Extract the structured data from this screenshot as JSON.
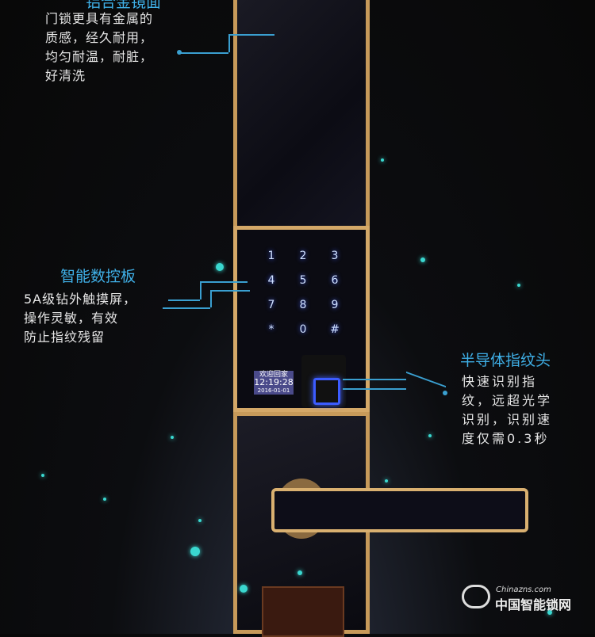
{
  "features": [
    {
      "title": "铝合金镜面",
      "desc": "门锁更具有金属的\n质感，经久耐用，\n均匀耐温，耐脏，\n好清洗"
    },
    {
      "title": "智能数控板",
      "desc": "5A级钻外触摸屏，\n操作灵敏，有效\n防止指纹残留"
    },
    {
      "title": "半导体指纹头",
      "desc": "快速识别指\n纹，远超光学\n识别，识别速\n度仅需0.3秒"
    }
  ],
  "keypad": [
    "1",
    "2",
    "3",
    "4",
    "5",
    "6",
    "7",
    "8",
    "9",
    "*",
    "0",
    "#"
  ],
  "screen": {
    "greeting": "欢迎回家",
    "time": "12:19:28",
    "date": "2016-01-01"
  },
  "watermark": {
    "url": "Chinazns.com",
    "name": "中国智能锁网"
  },
  "colors": {
    "accent": "#3fb0e8",
    "gold": "#d4a868"
  }
}
